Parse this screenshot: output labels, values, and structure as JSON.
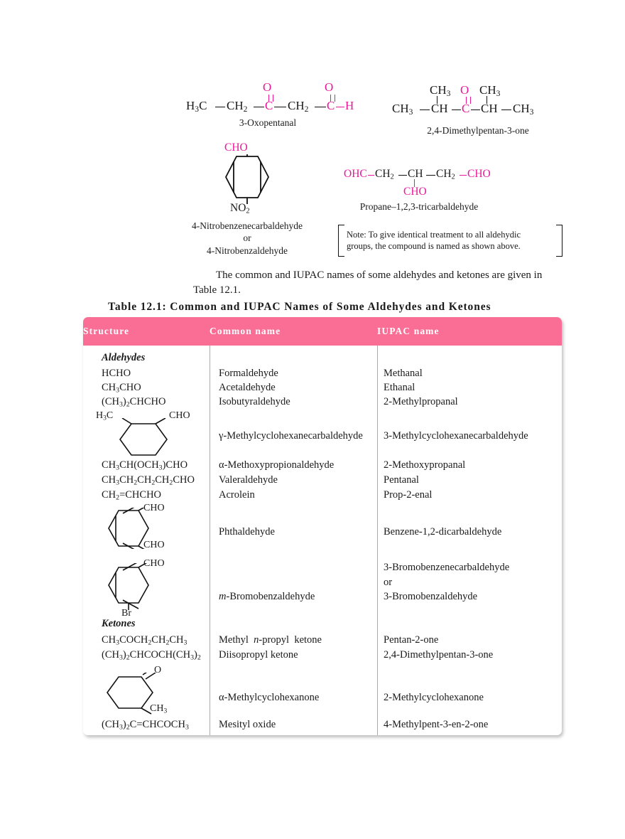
{
  "top_structures": {
    "oxopentanal": {
      "formula_parts": [
        "H",
        "3",
        "C",
        "CH",
        "2",
        "C",
        "O",
        "CH",
        "2",
        "C",
        "O",
        "H"
      ],
      "caption": "3-Oxopentanal",
      "labels": {
        "h3c": "H3C",
        "ch2_a": "CH2",
        "c_keto": "C",
        "o_keto": "O",
        "ch2_b": "CH2",
        "c_ald": "C",
        "o_ald": "O",
        "h": "H"
      }
    },
    "dimethylpentanone": {
      "caption": "2,4-Dimethylpentan-3-one",
      "labels": {
        "ch3_left": "CH3",
        "ch_left": "CH",
        "ch3_top_left": "CH3",
        "c_center": "C",
        "o": "O",
        "ch3_top_right": "CH3",
        "ch_right": "CH",
        "ch3_right": "CH3"
      }
    },
    "nitrobenzaldehyde": {
      "cho": "CHO",
      "no2": "NO2",
      "caption_line1": "4-Nitrobenzenecarbaldehyde",
      "caption_line2": "or",
      "caption_line3": "4-Nitrobenzaldehyde"
    },
    "tricarbaldehyde": {
      "ohc": "OHC",
      "ch2_a": "CH2",
      "ch": "CH",
      "ch2_b": "CH2",
      "cho_right": "CHO",
      "cho_bottom": "CHO",
      "caption": "Propane–1,2,3-tricarbaldehyde"
    }
  },
  "note": {
    "line1": "Note: To give identical treatment to all aldehydic",
    "line2": "groups, the compound is named as shown above."
  },
  "paragraph": "The common and IUPAC names of some aldehydes and ketones are given in Table 12.1.",
  "table_title": "Table  12.1:  Common  and  IUPAC  Names  of  Some  Aldehydes  and  Ketones",
  "table": {
    "headers": {
      "structure": "Structure",
      "common": "Common  name",
      "iupac": "IUPAC  name"
    },
    "sections": [
      {
        "label": "Aldehydes"
      },
      {
        "label": "Ketones"
      }
    ],
    "aldehyde_rows": [
      {
        "structure": "HCHO",
        "common": "Formaldehyde",
        "iupac": "Methanal"
      },
      {
        "structure": "CH3CHO",
        "common": "Acetaldehyde",
        "iupac": "Ethanal"
      },
      {
        "structure": "(CH3)2CHCHO",
        "common": "Isobutyraldehyde",
        "iupac": "2-Methylpropanal"
      },
      {
        "structure": "ring-methylcyclohexanecarbaldehyde",
        "common": "γ-Methylcyclohexanecarbaldehyde",
        "iupac": "3-Methylcyclohexanecarbaldehyde"
      },
      {
        "structure": "CH3CH(OCH3)CHO",
        "common": "α-Methoxypropionaldehyde",
        "iupac": "2-Methoxypropanal"
      },
      {
        "structure": "CH3CH2CH2CH2CHO",
        "common": "Valeraldehyde",
        "iupac": "Pentanal"
      },
      {
        "structure": "CH2=CHCHO",
        "common": "Acrolein",
        "iupac": "Prop-2-enal"
      },
      {
        "structure": "ring-phthaldehyde",
        "common": "Phthaldehyde",
        "iupac": "Benzene-1,2-dicarbaldehyde"
      },
      {
        "structure": "ring-bromobenzaldehyde",
        "common": "m-Bromobenzaldehyde",
        "iupac": "3-Bromobenzenecarbaldehyde\nor\n3-Bromobenzaldehyde"
      }
    ],
    "ketone_rows": [
      {
        "structure": "CH3COCH2CH2CH3",
        "common": "Methyl  n-propyl  ketone",
        "iupac": "Pentan-2-one"
      },
      {
        "structure": "(CH3)2CHCOCH(CH3)2",
        "common": "Diisopropyl  ketone",
        "iupac": "2,4-Dimethylpentan-3-one"
      },
      {
        "structure": "ring-methylcyclohexanone",
        "common": "α-Methylcyclohexanone",
        "iupac": "2-Methylcyclohexanone"
      },
      {
        "structure": "(CH3)2C=CHCOCH3",
        "common": "Mesityl  oxide",
        "iupac": "4-Methylpent-3-en-2-one"
      }
    ],
    "ring_labels": {
      "methylcyclohexanecarbaldehyde": {
        "h3c": "H3C",
        "cho": "CHO"
      },
      "phthaldehyde": {
        "cho_top": "CHO",
        "cho_bottom": "CHO"
      },
      "bromobenzaldehyde": {
        "cho": "CHO",
        "br": "Br"
      },
      "methylcyclohexanone": {
        "o": "O",
        "ch3": "CH3"
      }
    },
    "iupac_bromo": {
      "line1": "3-Bromobenzenecarbaldehyde",
      "line2": "or",
      "line3": "3-Bromobenzaldehyde"
    }
  },
  "colors": {
    "accent_pink": "#fa6e96",
    "magenta": "#e8189b",
    "divider": "#f2889f",
    "text": "#1a1a1a"
  }
}
